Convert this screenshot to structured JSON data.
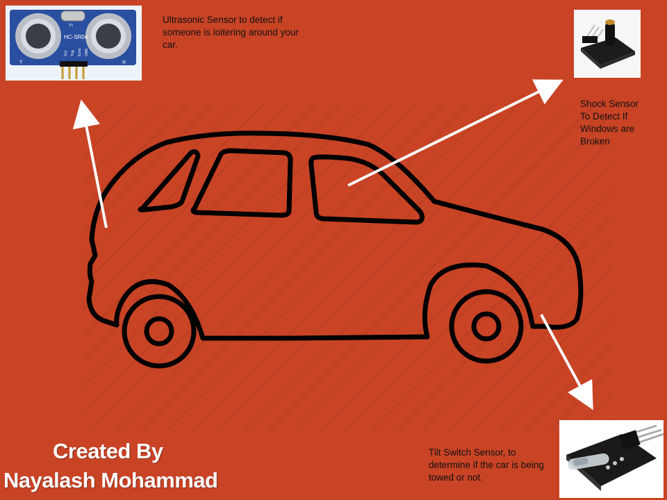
{
  "labels": {
    "ultrasonic": "Ultrasonic Sensor to detect if someone is loitering around your car.",
    "shock": "Shock Sensor To Detect If Windows are Broken",
    "tilt": "Tilt Switch Sensor, to determine if the car is being towed or not."
  },
  "credit": {
    "line1": "Created By",
    "line2": "Nayalash Mohammad"
  },
  "module_markings": {
    "ultrasonic_model": "HC-SR04",
    "ultrasonic_pins": [
      "Vcc",
      "Trig",
      "Echo",
      "GND"
    ],
    "ultrasonic_crystal": "Y1",
    "ultrasonic_t": "T",
    "ultrasonic_r": "R"
  },
  "colors": {
    "background": "#c94325",
    "outline": "#000000",
    "arrow": "#ffffff",
    "label_text": "#111111",
    "credit_text": "#ffffff"
  },
  "icons": [
    "ultrasonic-sensor-photo",
    "shock-sensor-photo",
    "tilt-switch-sensor-photo"
  ]
}
